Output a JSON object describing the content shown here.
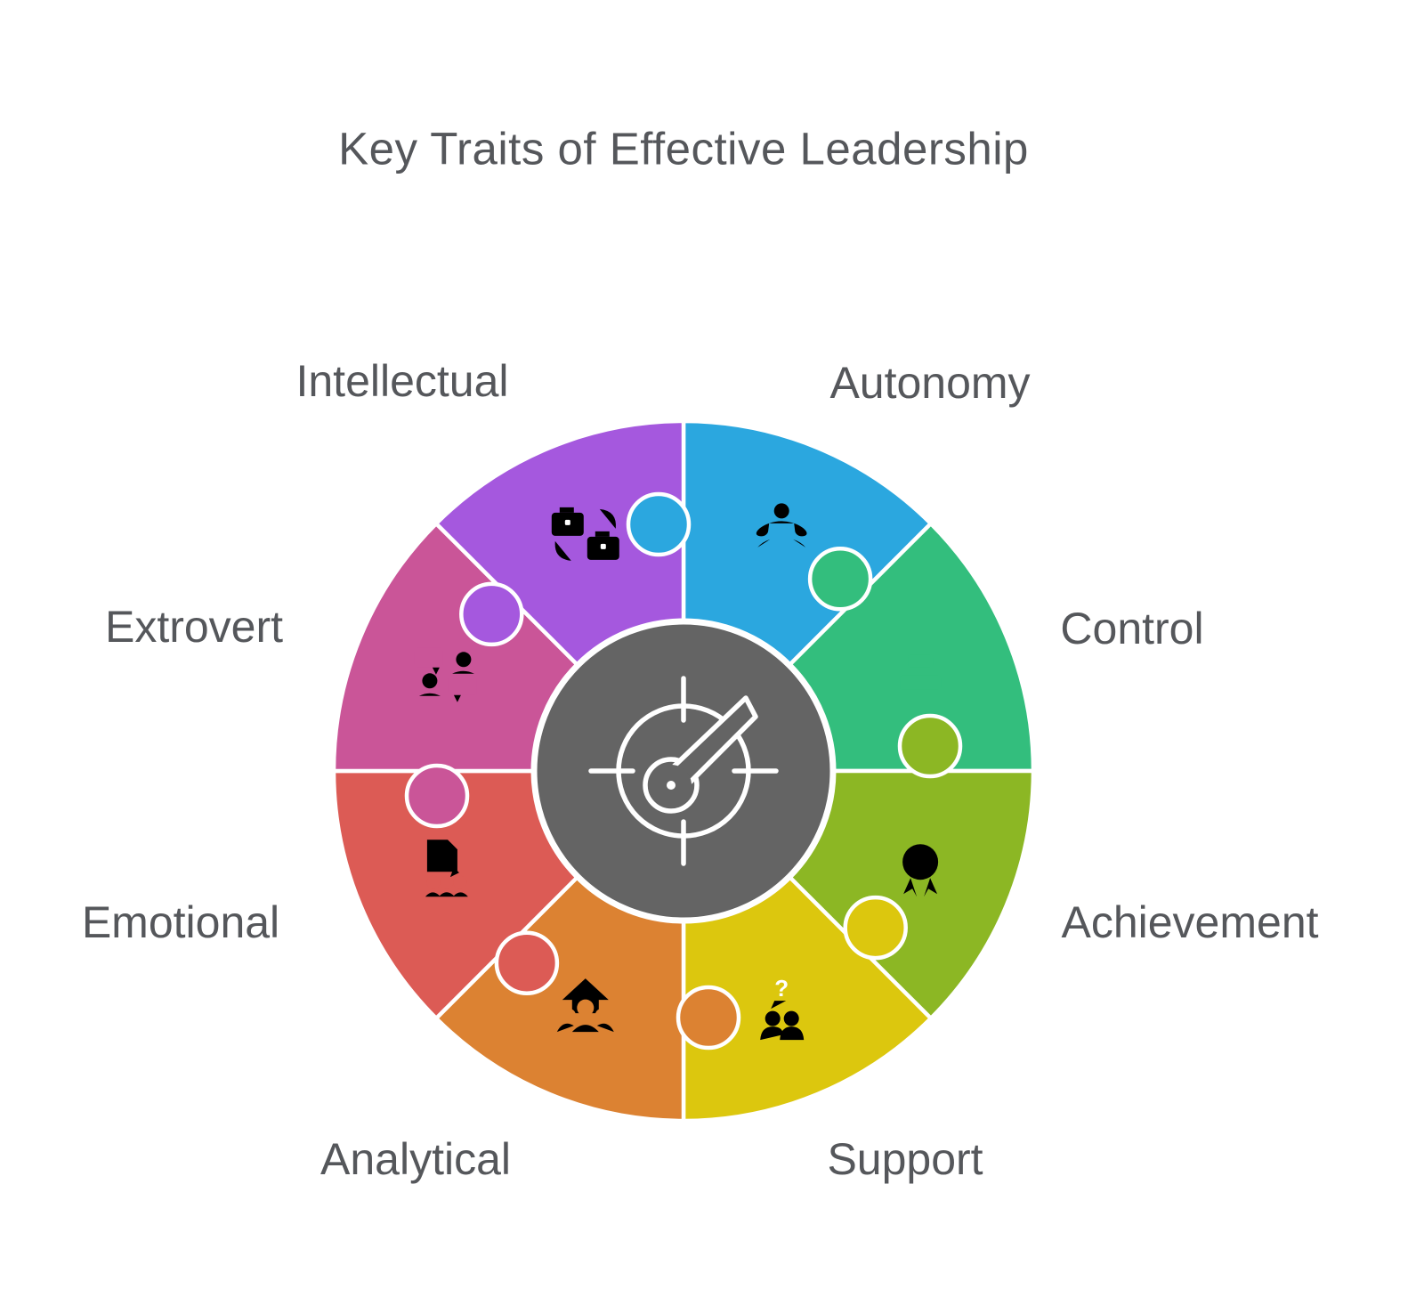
{
  "title": "Key Traits of Effective Leadership",
  "text_color": "#55575b",
  "diagram": {
    "type": "puzzle-wheel",
    "outline_color": "#ffffff",
    "center": {
      "icon": "compass-gauge-icon",
      "color": "#646464"
    },
    "segments": [
      {
        "label": "Autonomy",
        "color": "#2ba7df",
        "icon": "meditation-icon"
      },
      {
        "label": "Control",
        "color": "#33be7d",
        "icon": "align-center-icon"
      },
      {
        "label": "Achievement",
        "color": "#8cb724",
        "icon": "medal-check-icon"
      },
      {
        "label": "Support",
        "color": "#dcc70e",
        "icon": "question-people-icon"
      },
      {
        "label": "Analytical",
        "color": "#dc8232",
        "icon": "growth-people-icon"
      },
      {
        "label": "Emotional",
        "color": "#dc5b55",
        "icon": "survey-checklist-icon"
      },
      {
        "label": "Extrovert",
        "color": "#ca5598",
        "icon": "conversation-icon"
      },
      {
        "label": "Intellectual",
        "color": "#a558de",
        "icon": "briefcase-swap-icon"
      }
    ]
  }
}
